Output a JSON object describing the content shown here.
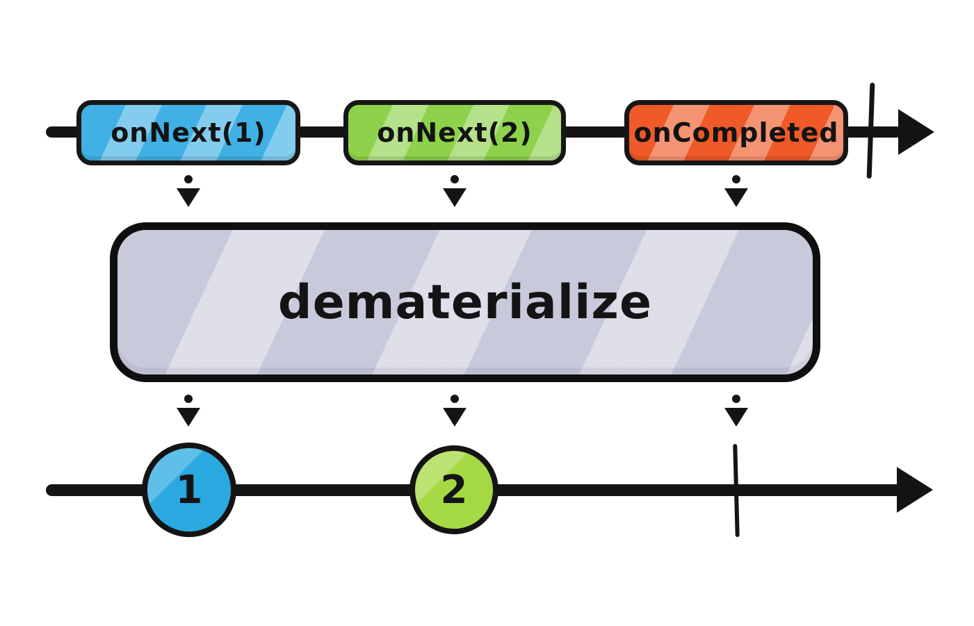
{
  "operator": {
    "label": "dematerialize",
    "fill": "#c8c9db"
  },
  "input_timeline": {
    "events": [
      {
        "label": "onNext(1)",
        "fill": "#41b1e5"
      },
      {
        "label": "onNext(2)",
        "fill": "#8ed14b"
      },
      {
        "label": "onCompleted",
        "fill": "#ef5a28"
      }
    ],
    "completed": true
  },
  "output_timeline": {
    "marbles": [
      {
        "label": "1",
        "fill": "#2aa9e0"
      },
      {
        "label": "2",
        "fill": "#a4d943"
      }
    ],
    "completed": true
  },
  "colors": {
    "line": "#141414"
  }
}
